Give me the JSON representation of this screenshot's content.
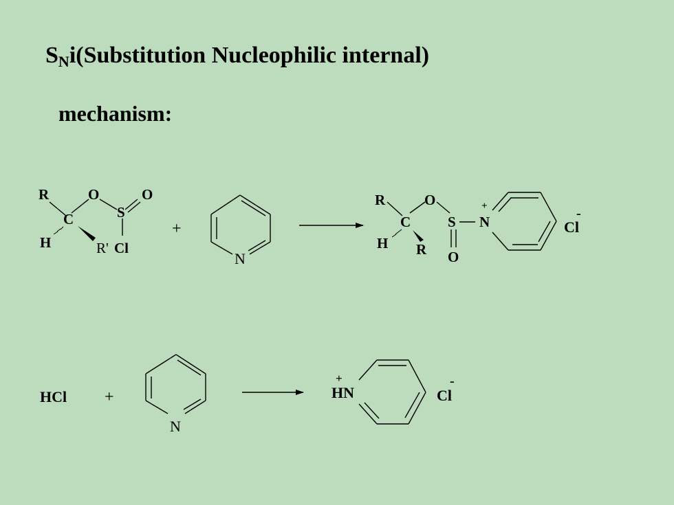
{
  "title": {
    "prefix": "S",
    "subscript": "N",
    "rest": "i(Substitution Nucleophilic internal)"
  },
  "subtitle": "mechanism:",
  "reaction1": {
    "reactant": {
      "r": "R",
      "o1": "O",
      "s": "S",
      "o2": "O",
      "c": "C",
      "h": "H",
      "rprime": "R'",
      "cl": "Cl"
    },
    "plus": "+",
    "pyridine_n": "N",
    "product": {
      "r": "R",
      "o": "O",
      "c": "C",
      "s": "S",
      "n": "N",
      "plus_charge": "+",
      "h": "H",
      "r2": "R",
      "o2": "O",
      "counterion": "Cl",
      "counterion_charge": "-"
    }
  },
  "reaction2": {
    "hcl": "HCl",
    "plus": "+",
    "pyridine_n": "N",
    "product_hn": "HN",
    "product_charge": "+",
    "counterion": "Cl",
    "counterion_charge": "-"
  }
}
